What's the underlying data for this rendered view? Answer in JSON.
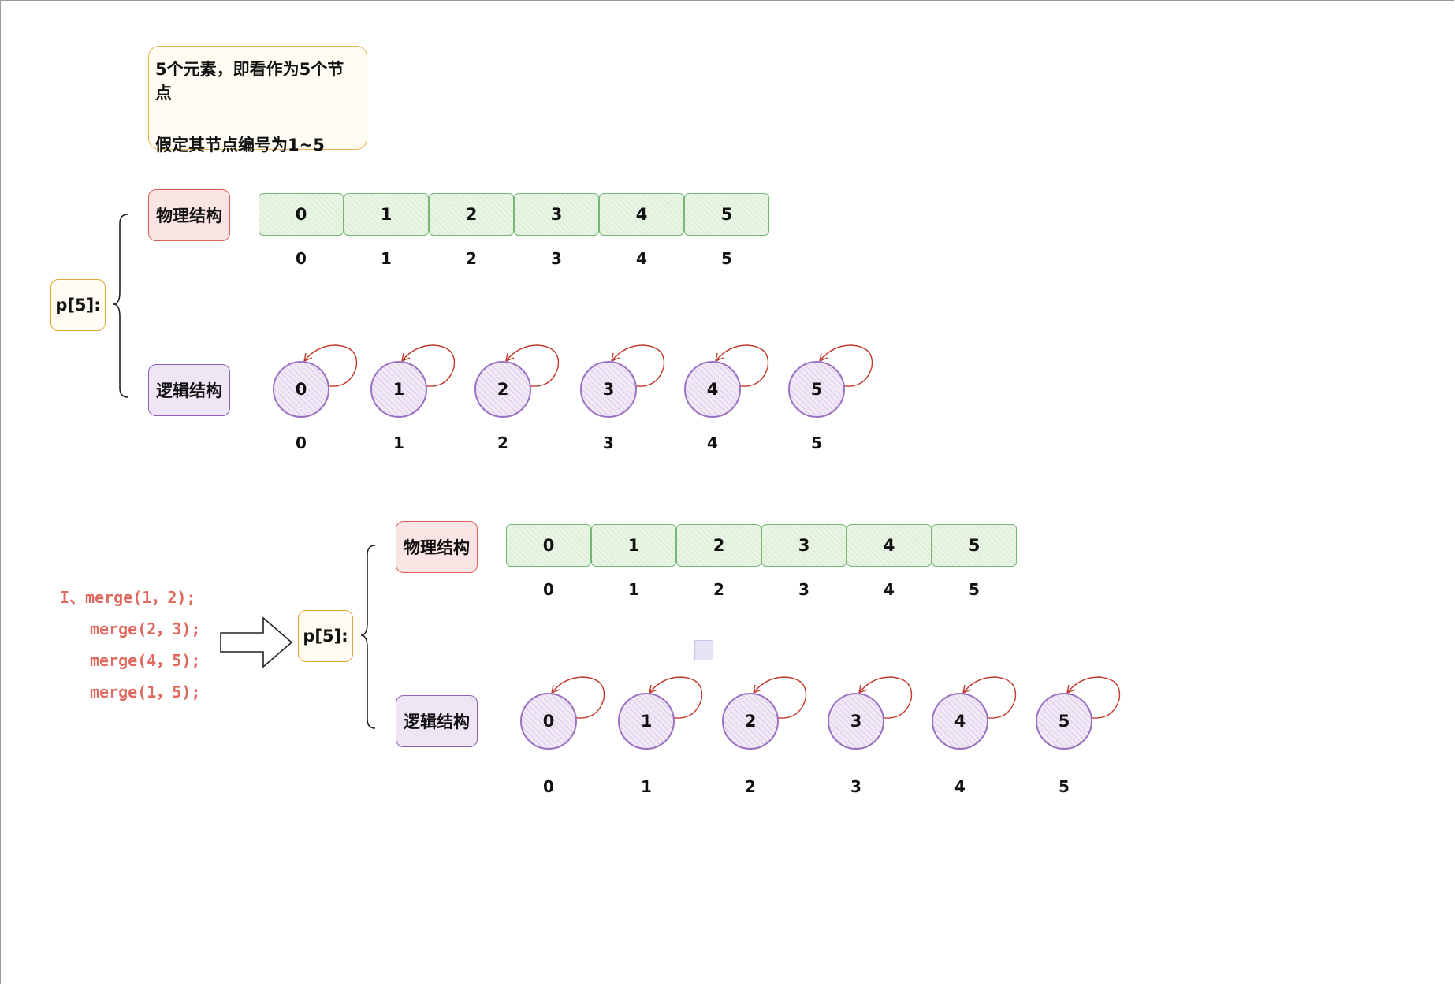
{
  "note": {
    "line1": "5个元素，即看作为5个节点",
    "line2": "假定其节点编号为1~5"
  },
  "top": {
    "array_label": "p[5]:",
    "physical_label": "物理结构",
    "logical_label": "逻辑结构",
    "cells": [
      "0",
      "1",
      "2",
      "3",
      "4",
      "5"
    ],
    "cell_indices": [
      "0",
      "1",
      "2",
      "3",
      "4",
      "5"
    ],
    "nodes": [
      "0",
      "1",
      "2",
      "3",
      "4",
      "5"
    ],
    "node_indices": [
      "0",
      "1",
      "2",
      "3",
      "4",
      "5"
    ]
  },
  "bottom": {
    "array_label": "p[5]:",
    "physical_label": "物理结构",
    "logical_label": "逻辑结构",
    "cells": [
      "0",
      "1",
      "2",
      "3",
      "4",
      "5"
    ],
    "cell_indices": [
      "0",
      "1",
      "2",
      "3",
      "4",
      "5"
    ],
    "nodes": [
      "0",
      "1",
      "2",
      "3",
      "4",
      "5"
    ],
    "node_indices": [
      "0",
      "1",
      "2",
      "3",
      "4",
      "5"
    ]
  },
  "operations": {
    "line1": "I、merge(1，2);",
    "line2": "merge(2，3);",
    "line3": "merge(4，5);",
    "line4": "merge(1，5);"
  },
  "colors": {
    "note_border": "#e8b44e",
    "physical_border": "#d9625b",
    "logical_border": "#8e5fb4",
    "cell_border": "#74b874",
    "arrow_loop": "#c0392b",
    "code_text": "#e0685e"
  },
  "icons": [
    "right-arrow-icon",
    "self-loop-arrow-icon",
    "brace-icon"
  ]
}
